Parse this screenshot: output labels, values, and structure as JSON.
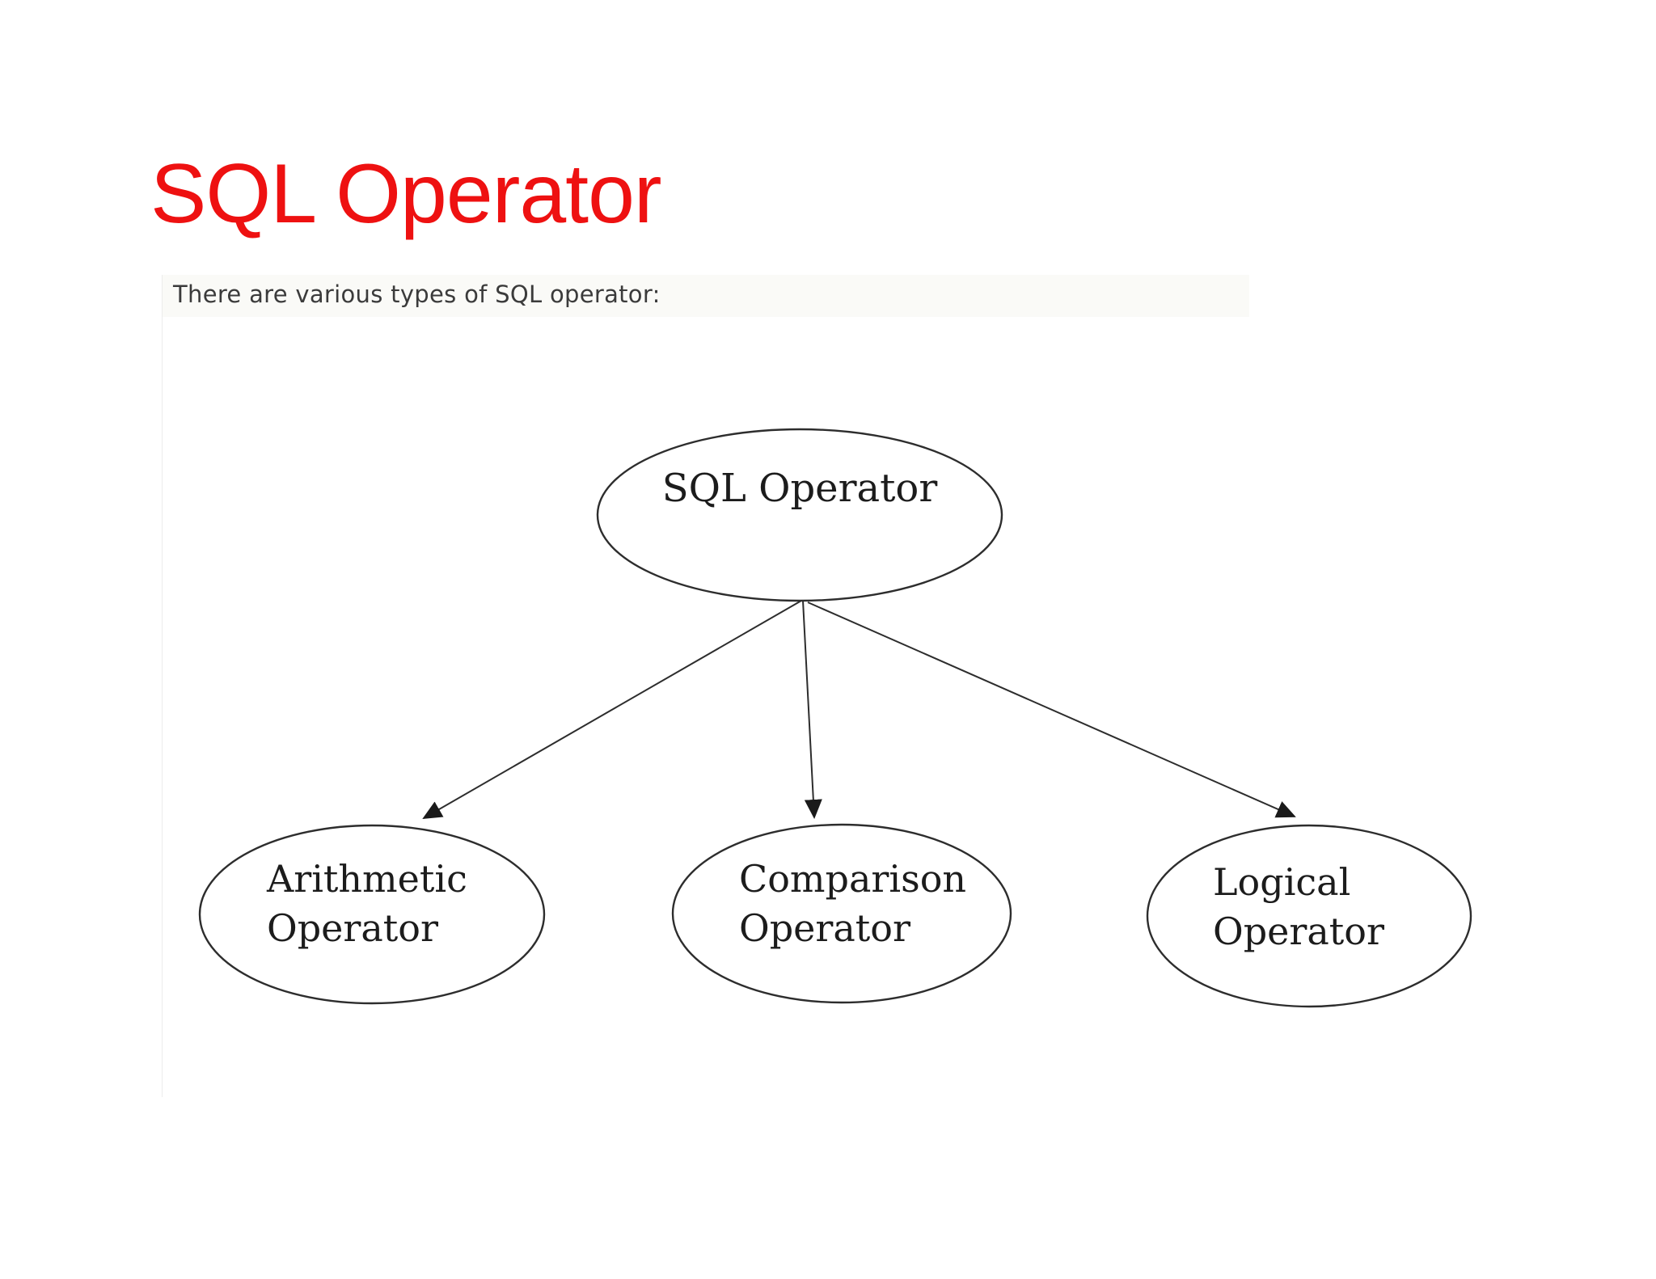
{
  "page": {
    "title": "SQL Operator",
    "intro": "There are various types of SQL operator:"
  },
  "diagram": {
    "root": {
      "label": "SQL Operator"
    },
    "children": [
      {
        "id": "arithmetic",
        "label": "Arithmetic\nOperator"
      },
      {
        "id": "comparison",
        "label": "Comparison\nOperator"
      },
      {
        "id": "logical",
        "label": "Logical\nOperator"
      }
    ]
  },
  "colors": {
    "title_red": "#ee1111",
    "node_stroke": "#2d2d2d",
    "node_text": "#1c1c1c",
    "intro_text": "#3b3b3b"
  }
}
